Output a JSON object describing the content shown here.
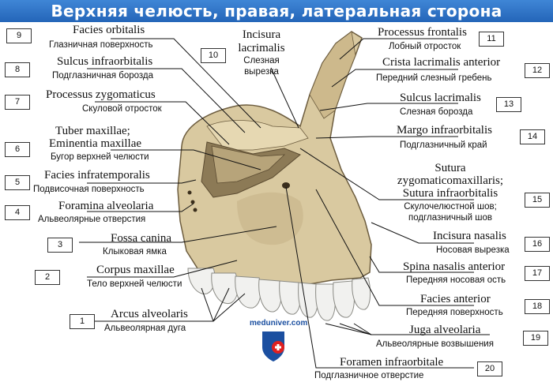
{
  "title": "Верхняя челюсть, правая, латеральная сторона",
  "watermark": "meduniver.com",
  "colors": {
    "title_bg": "#2f76c8",
    "bone": "#d9c9a0",
    "bone_shadow": "#8c7a56",
    "leader": "#111111",
    "logo_red": "#e02020",
    "logo_blue": "#1b4fa0"
  },
  "labels": [
    {
      "num": "1",
      "lat": "Arcus alveolaris",
      "ru": "Альвеолярная дуга"
    },
    {
      "num": "2",
      "lat": "Corpus maxillae",
      "ru": "Тело верхней челюсти"
    },
    {
      "num": "3",
      "lat": "Fossa canina",
      "ru": "Клыковая ямка"
    },
    {
      "num": "4",
      "lat": "Foramina alveolaria",
      "ru": "Альвеолярные отверстия"
    },
    {
      "num": "5",
      "lat": "Facies infratemporalis",
      "ru": "Подвисочная поверхность"
    },
    {
      "num": "6",
      "lat": "Tuber maxillae;",
      "lat2": "Eminentia maxillae",
      "ru": "Бугор верхней челюсти"
    },
    {
      "num": "7",
      "lat": "Processus zygomaticus",
      "ru": "Скуловой отросток"
    },
    {
      "num": "8",
      "lat": "Sulcus infraorbitalis",
      "ru": "Подглазничная борозда"
    },
    {
      "num": "9",
      "lat": "Facies orbitalis",
      "ru": "Глазничная поверхность"
    },
    {
      "num": "10",
      "lat": "Incisura",
      "lat2": "lacrimalis",
      "ru": "Слезная",
      "ru2": "вырезка"
    },
    {
      "num": "11",
      "lat": "Processus frontalis",
      "ru": "Лобный отросток"
    },
    {
      "num": "12",
      "lat": "Crista lacrimalis anterior",
      "ru": "Передний слезный гребень"
    },
    {
      "num": "13",
      "lat": "Sulcus lacrimalis",
      "ru": "Слезная борозда"
    },
    {
      "num": "14",
      "lat": "Margo infraorbitalis",
      "ru": "Подглазничный край"
    },
    {
      "num": "15",
      "lat": "Sutura",
      "lat2": "zygomaticomaxillaris;",
      "lat3": "Sutura infraorbitalis",
      "ru": "Скулочелюстной шов;",
      "ru2": "подглазничный шов"
    },
    {
      "num": "16",
      "lat": "Incisura nasalis",
      "ru": "Носовая вырезка"
    },
    {
      "num": "17",
      "lat": "Spina nasalis anterior",
      "ru": "Передняя носовая ость"
    },
    {
      "num": "18",
      "lat": "Facies anterior",
      "ru": "Передняя поверхность"
    },
    {
      "num": "19",
      "lat": "Juga alveolaria",
      "ru": "Альвеолярные возвышения"
    },
    {
      "num": "20",
      "lat": "Foramen infraorbitale",
      "ru": "Подглазничное отверстие"
    }
  ]
}
